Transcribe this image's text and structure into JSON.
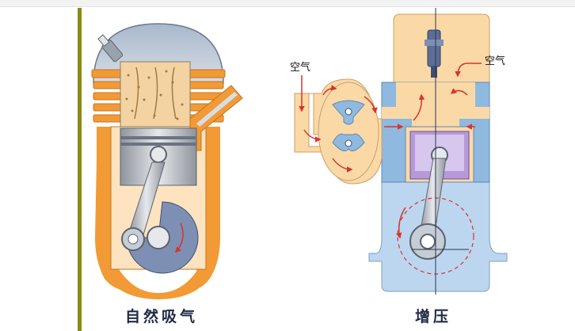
{
  "diagram": {
    "left_caption": "自然吸气",
    "right_caption": "增压",
    "air_label_left": "空气",
    "air_label_right": "空气"
  },
  "colors": {
    "accent_bar": "#8a8a12",
    "engine_orange": "#f29a35",
    "intake_cream": "#fbd9a6",
    "metal_gray": "#b8bcc4",
    "coolant_blue": "#8fb9df",
    "crankcase_blue": "#bcd6f0",
    "arrow_red": "#d8342a",
    "caption_text": "#1f2a44"
  }
}
